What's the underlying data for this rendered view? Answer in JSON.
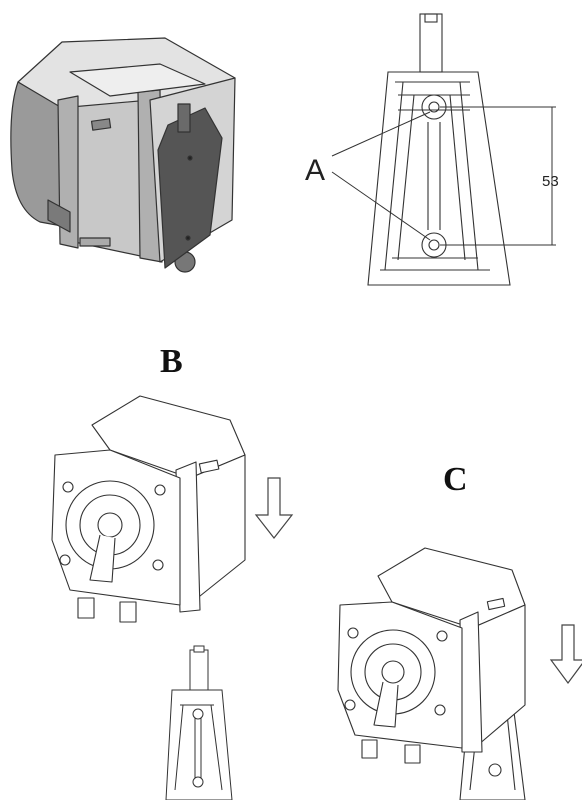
{
  "labels": {
    "a": "A",
    "b": "B",
    "c": "C",
    "dimension": "53"
  },
  "colors": {
    "line": "#2a2a2a",
    "body_light": "#d9d9d9",
    "body_mid": "#bdbdbd",
    "body_dark": "#8c8c8c",
    "bracket_dark": "#555555",
    "white": "#ffffff"
  }
}
